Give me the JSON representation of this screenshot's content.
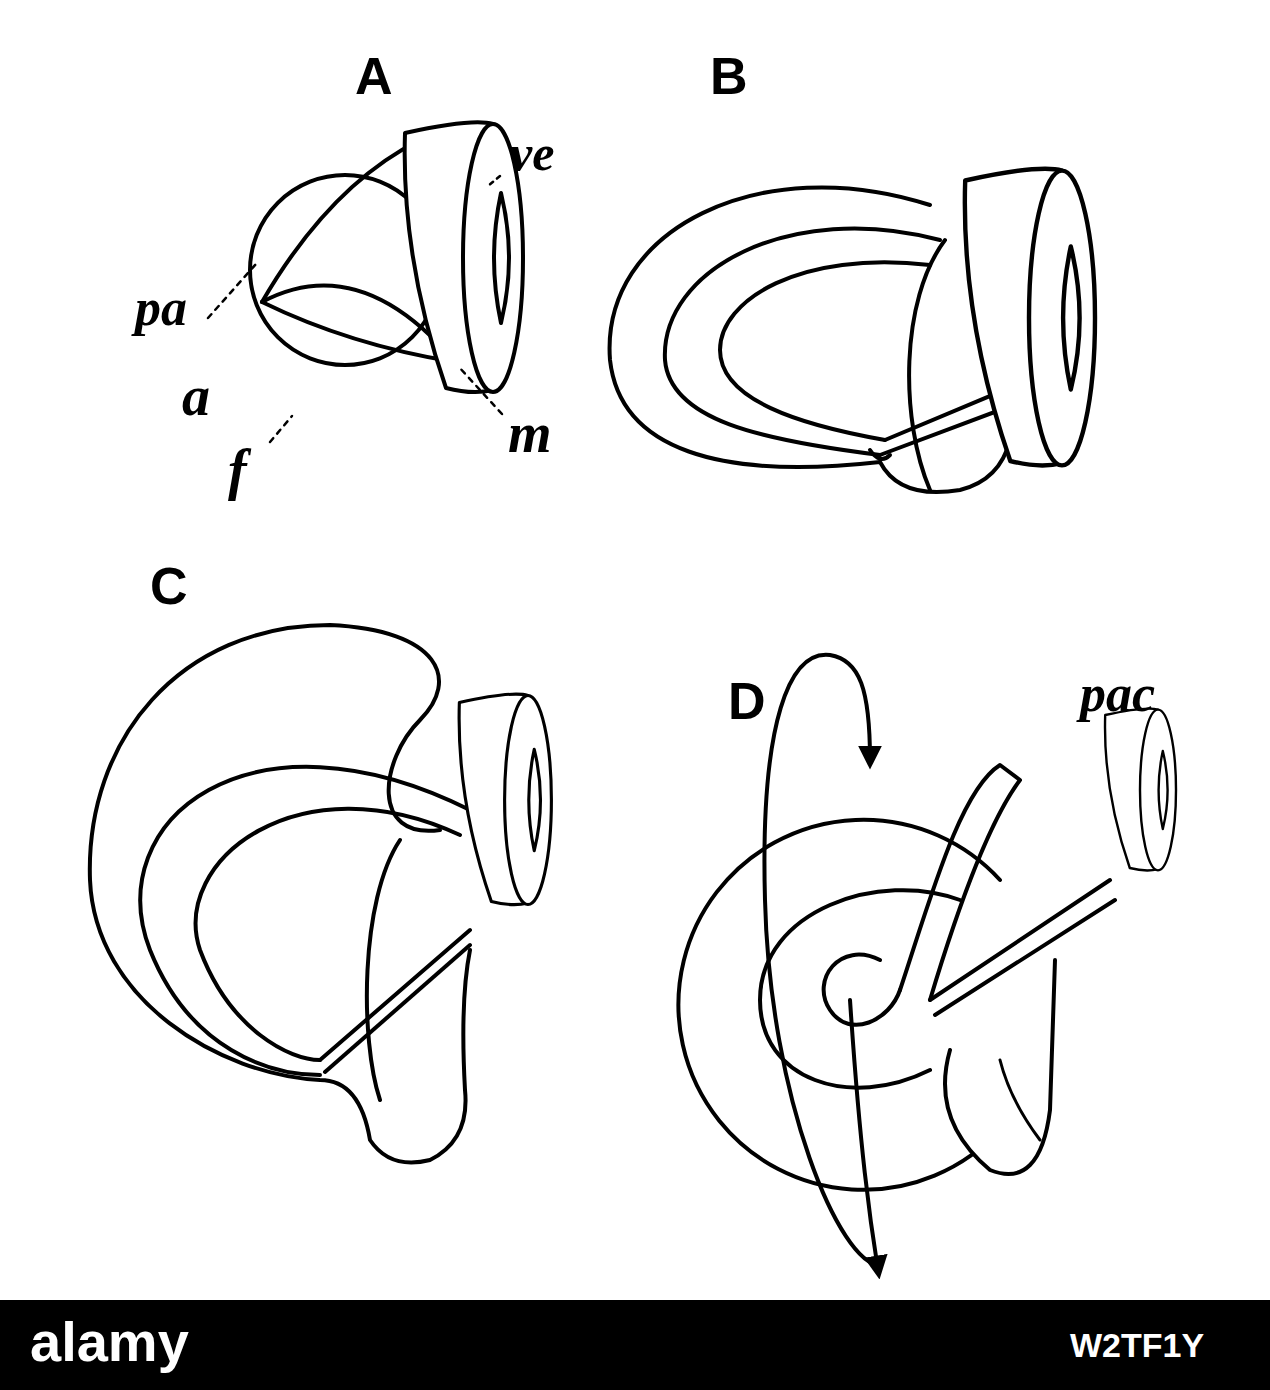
{
  "diagram": {
    "labels": [
      "A",
      "B",
      "C",
      "D",
      "pa",
      "ve",
      "a",
      "f",
      "m",
      "pac",
      "alamy",
      "W2TF1Y"
    ]
  }
}
